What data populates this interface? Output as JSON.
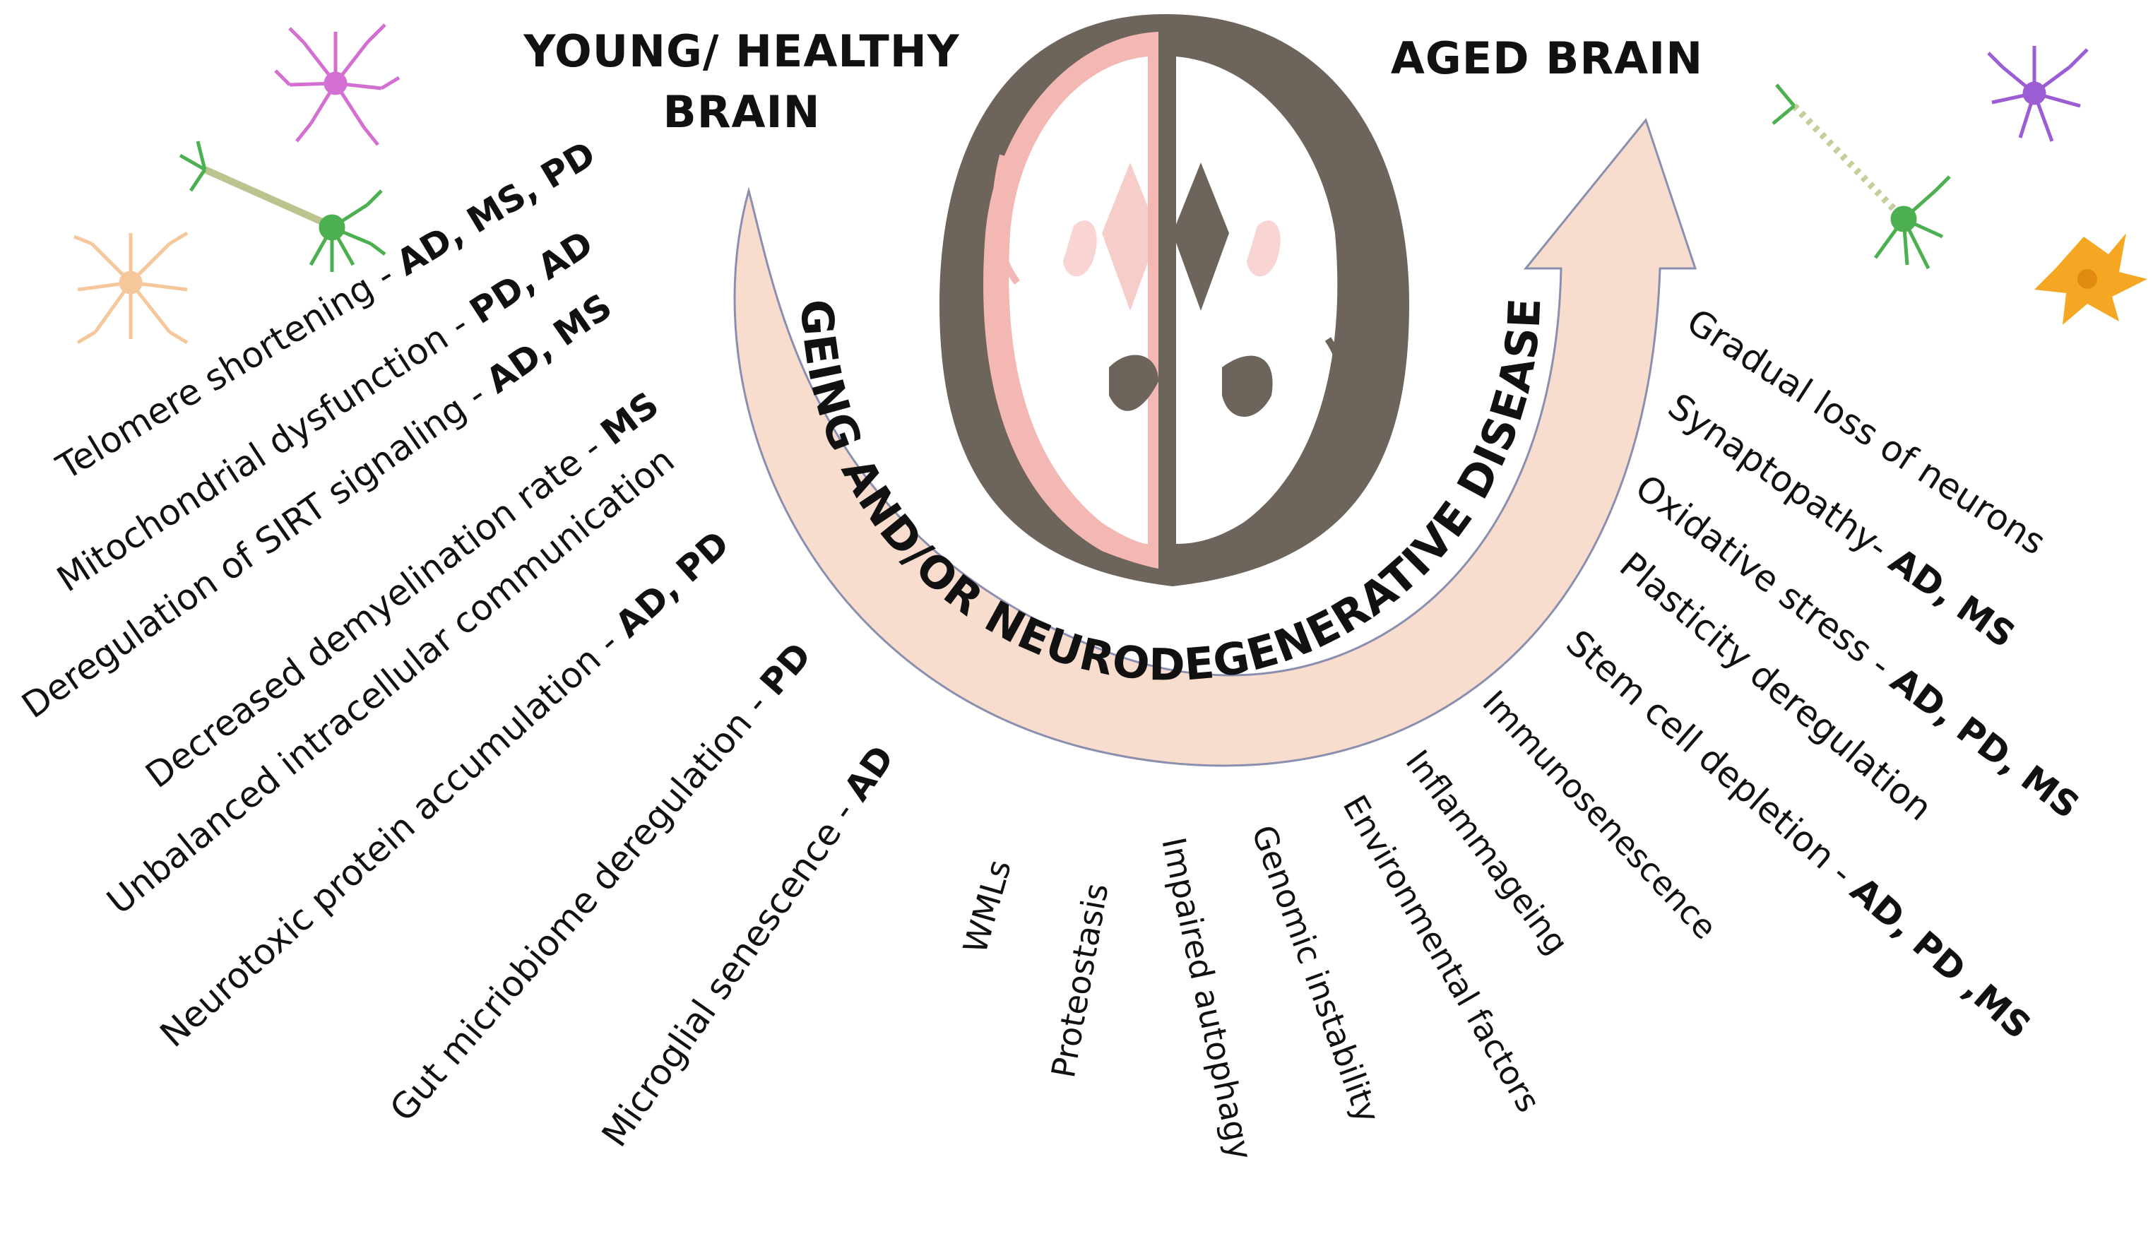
{
  "headings": {
    "young": "YOUNG/ HEALTHY\nBRAIN",
    "aged": "AGED BRAIN"
  },
  "arc_label": "AGEING AND/OR NEURODEGENERATIVE DISEASES",
  "left_factors": [
    {
      "text": "Telomere shortening - ",
      "diseases": "AD, MS, PD"
    },
    {
      "text": "Mitochondrial dysfunction - ",
      "diseases": "PD, AD"
    },
    {
      "text": "Deregulation  of SIRT signaling - ",
      "diseases": "AD, MS"
    },
    {
      "text": "Decreased demyelination rate - ",
      "diseases": "MS"
    },
    {
      "text": "Unbalanced intracellular communication",
      "diseases": ""
    },
    {
      "text": "Neurotoxic protein accumulation - ",
      "diseases": "AD, PD"
    },
    {
      "text": "Gut micriobiome deregulation - ",
      "diseases": "PD"
    },
    {
      "text": "Microglial senescence - ",
      "diseases": "AD"
    }
  ],
  "bottom_factors": [
    {
      "text": "WMLs"
    },
    {
      "text": "Proteostasis"
    },
    {
      "text": "Impaired autophagy"
    },
    {
      "text": "Genomic instability"
    },
    {
      "text": "Environmental factors"
    },
    {
      "text": "Inflammageing"
    },
    {
      "text": "Immunosenescence"
    }
  ],
  "right_factors": [
    {
      "text": "Gradual loss of neurons",
      "diseases": ""
    },
    {
      "text": "Synaptopathy- ",
      "diseases": "AD, MS"
    },
    {
      "text": "Oxidative stress - ",
      "diseases": "AD, PD, MS"
    },
    {
      "text": "Plasticity deregulation",
      "diseases": ""
    },
    {
      "text": "Stem cell depletion - ",
      "diseases": "AD, PD ,MS"
    }
  ],
  "colors": {
    "arrow_fill": "#f8dccd",
    "arrow_stroke": "#8a8fb0",
    "brain_grey": "#6d645b",
    "brain_pink": "#f3b8b4",
    "brain_white": "#ffffff",
    "neuron_pink": "#d46fd2",
    "neuron_green": "#4caf50",
    "neuron_peach": "#f6c79a",
    "neuron_purple": "#9c5cd4",
    "neuron_orange": "#f5a623"
  },
  "icons": [
    "neuron-pink-icon",
    "neuron-green-icon",
    "astrocyte-peach-icon",
    "neuron-purple-icon",
    "neuron-green-aged-icon",
    "astrocyte-orange-icon",
    "brain-section-icon"
  ]
}
